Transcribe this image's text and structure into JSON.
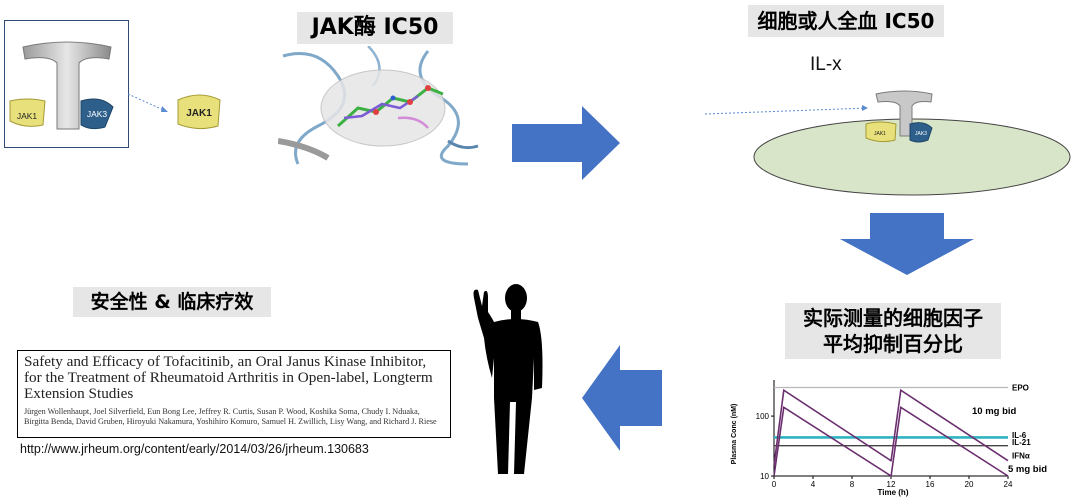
{
  "labels": {
    "jak_ic50": "JAK酶 IC50",
    "cell_ic50": "细胞或人全血  IC50",
    "cytokine_line1": "实际测量的细胞因子",
    "cytokine_line2": "平均抑制百分比",
    "safety": "安全性 & 临床疗效",
    "il_x": "IL-x"
  },
  "jak_diagram": {
    "left_labels": [
      "JAK1",
      "JAK3"
    ],
    "free_label": "JAK1"
  },
  "cell_diagram": {
    "labels": [
      "JAK1",
      "JAK3"
    ]
  },
  "citation": {
    "title": "Safety and Efficacy of Tofacitinib, an Oral Janus Kinase Inhibitor, for the Treatment of Rheumatoid Arthritis in Open-label, Longterm Extension Studies",
    "authors": "Jürgen Wollenhaupt, Joel Silverfield, Eun Bong Lee, Jeffrey R. Curtis, Susan P. Wood, Koshika Soma, Chudy I. Nduaka, Birgitta Benda, David Gruben, Hiroyuki Nakamura, Yoshihiro Komuro, Samuel H. Zwillich, Lisy Wang, and Richard J. Riese",
    "url": "http://www.jrheum.org/content/early/2014/03/26/jrheum.130683"
  },
  "colors": {
    "arrow_blue": "#4472c4",
    "cell_fill": "#d9e5c9",
    "curve_purple": "#6b2f6e",
    "threshold_teal": "#2fb3c2",
    "jak1_yellow": "#e8e07a",
    "jak3_blue": "#2d5f8a"
  },
  "chart_data": {
    "type": "line",
    "xlabel": "Time (h)",
    "ylabel": "Plasma Conc (nM)",
    "x_ticks": [
      0,
      4,
      8,
      12,
      16,
      20,
      24
    ],
    "y_ticks": [
      10,
      100
    ],
    "y_scale": "log",
    "xlim": [
      0,
      24
    ],
    "ylim": [
      10,
      400
    ],
    "series": [
      {
        "name": "10 mg bid",
        "x": [
          0,
          1,
          12,
          12.01,
          13,
          24
        ],
        "y": [
          15,
          270,
          18,
          18,
          270,
          18
        ]
      },
      {
        "name": "5 mg bid",
        "x": [
          0,
          1,
          12,
          12.01,
          13,
          24
        ],
        "y": [
          10,
          140,
          10,
          10,
          140,
          10
        ]
      }
    ],
    "reference_lines": [
      {
        "name": "EPO",
        "y": 300
      },
      {
        "name": "IL-6",
        "y": 45
      },
      {
        "name": "IL-21",
        "y": 43
      },
      {
        "name": "IFNα",
        "y": 32
      }
    ]
  }
}
